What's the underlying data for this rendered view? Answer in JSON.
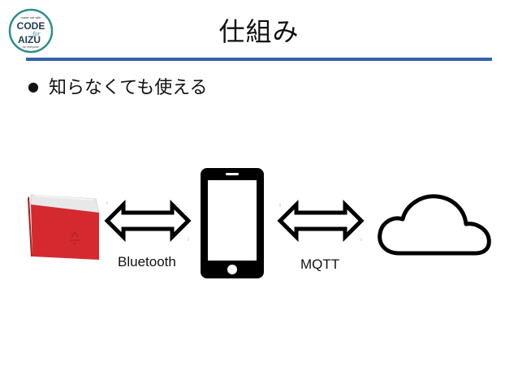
{
  "logo": {
    "line_top": "made out with",
    "word1": "CODE",
    "word2": "AIZU",
    "script": "for",
    "line_bottom": "for everyone"
  },
  "slide": {
    "title": "仕組み",
    "bullet": "知らなくても使える"
  },
  "diagram": {
    "link1_label": "Bluetooth",
    "link2_label": "MQTT"
  },
  "colors": {
    "accent_rule": "#3561ad",
    "logo_teal": "#2c8e8c",
    "device_red": "#d42a2f"
  }
}
